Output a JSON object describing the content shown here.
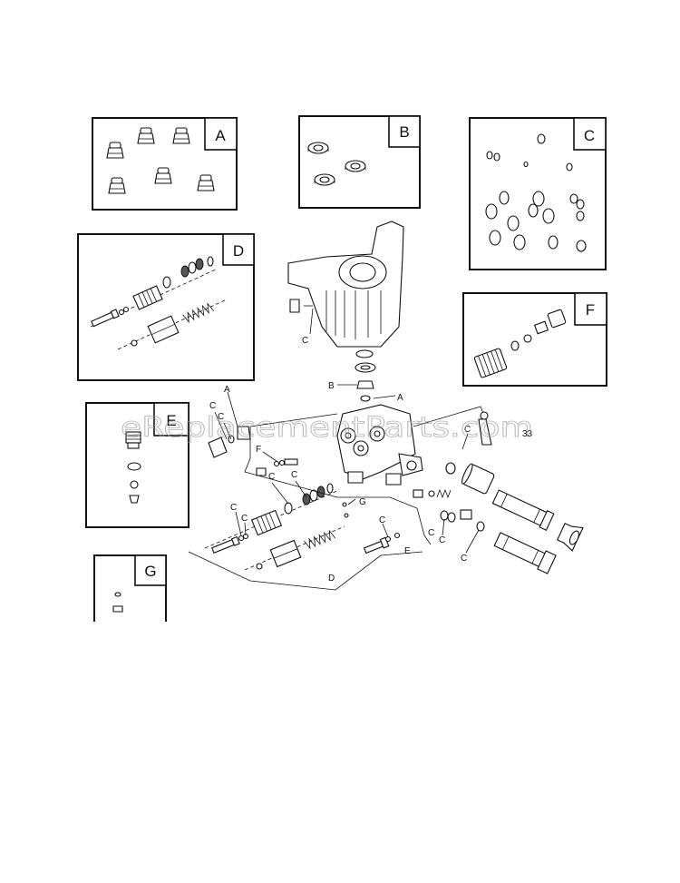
{
  "watermark": "eReplacementParts.com",
  "part_number_33": "33",
  "kits": [
    {
      "id": "kit-a",
      "letter": "A"
    },
    {
      "id": "kit-b",
      "letter": "B"
    },
    {
      "id": "kit-c",
      "letter": "C"
    },
    {
      "id": "kit-d",
      "letter": "D"
    },
    {
      "id": "kit-e",
      "letter": "E"
    },
    {
      "id": "kit-f",
      "letter": "F"
    },
    {
      "id": "kit-g",
      "letter": "G"
    }
  ],
  "callouts": {
    "a1": "A",
    "a2": "A",
    "b1": "B",
    "c1": "C",
    "c2": "C",
    "c3": "C",
    "c4": "C",
    "c5": "C",
    "c6": "C",
    "c7": "C",
    "c8": "C",
    "c9": "C",
    "c10": "C",
    "c11": "C",
    "c12": "C",
    "d1": "D",
    "e1": "E",
    "f1": "F",
    "g1": "G"
  }
}
